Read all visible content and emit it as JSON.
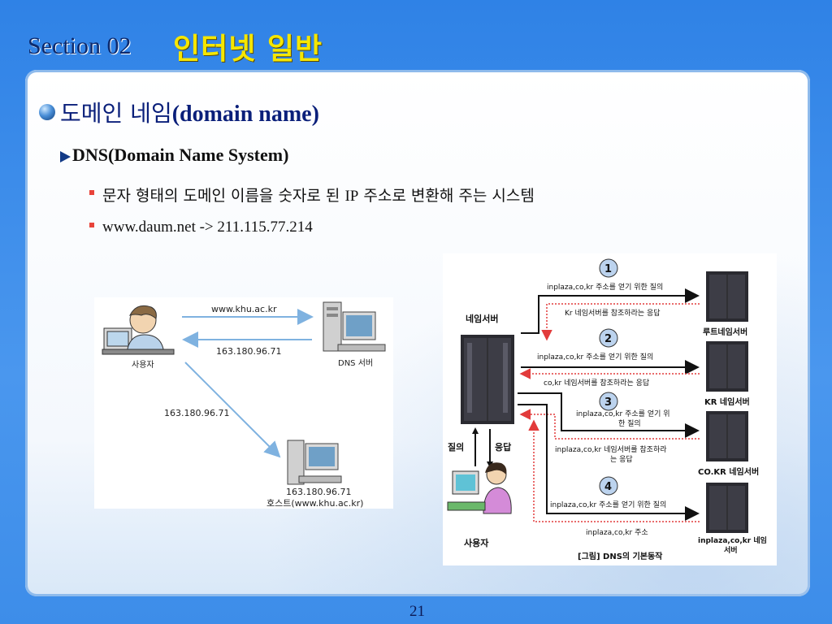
{
  "header": {
    "section": "Section 02",
    "title": "인터넷 일반"
  },
  "heading": {
    "ko": "도메인 네임",
    "en": "(domain name)"
  },
  "subheading": "DNS(Domain Name System)",
  "items": [
    {
      "ko_before": "문자 형태의 도메인 이름을 숫자로 된 ",
      "en": "IP",
      "ko_after": " 주소로 변환해 주는 시스템"
    },
    {
      "ko_before": "",
      "en": "www.daum.net -> 211.115.77.214",
      "ko_after": ""
    }
  ],
  "page_number": "21",
  "colors": {
    "title_yellow": "#f5e600",
    "heading_blue": "#0a1f7a",
    "bullet_red": "#e8433a"
  },
  "figure_left": {
    "query_label": "www.khu.ac.kr",
    "reply_label": "163.180.96.71",
    "diag_label": "163.180.96.71",
    "user_label": "사용자",
    "dns_label": "DNS 서버",
    "host_ip": "163.180.96.71",
    "host_label": "호스트(www.khu.ac.kr)"
  },
  "figure_right": {
    "nameserver_label": "네임서버",
    "steps": [
      "1",
      "2",
      "3",
      "4"
    ],
    "step1_query": "inplaza,co,kr 주소를 얻기 위한 질의",
    "step1_reply": "Kr 네임서버를 참조하라는 응답",
    "step2_query": "inplaza,co,kr 주소를 얻기 위한 질의",
    "step2_reply": "co,kr 네임서버를 참조하라는 응답",
    "step3_query_line1": "inplaza,co,kr 주소를 얻기 위",
    "step3_query_line2": "한 질의",
    "step3_reply_line1": "inplaza,co,kr 네임서버를 참조하라",
    "step3_reply_line2": "는 응답",
    "step4_query": "inplaza,co,kr 주소를 얻기 위한 질의",
    "step4_reply": "inplaza,co,kr 주소",
    "server_root": "루트네임서버",
    "server_kr": "KR 네임서버",
    "server_cokr": "CO.KR 네임서버",
    "server_inplaza_line1": "inplaza,co,kr 네임",
    "server_inplaza_line2": "서버",
    "query_label": "질의",
    "answer_label": "응답",
    "user_label": "사용자",
    "caption": "[그림] DNS의 기본동작"
  }
}
